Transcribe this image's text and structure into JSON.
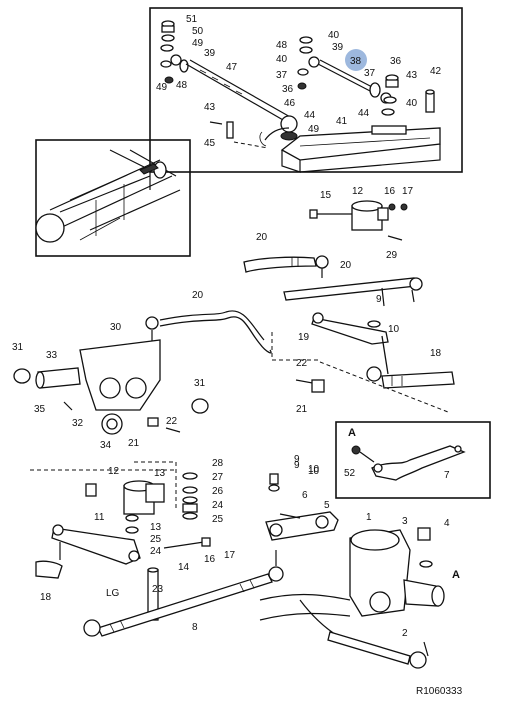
{
  "figure_id": "R1060333",
  "highlight_color": "#9db8de",
  "callouts": {
    "inset_top": [
      "51",
      "50",
      "49",
      "39",
      "48",
      "49",
      "47",
      "40",
      "48",
      "40",
      "39",
      "37",
      "38",
      "37",
      "36",
      "36",
      "46",
      "43",
      "44",
      "45",
      "49",
      "41",
      "40",
      "43",
      "42",
      "44"
    ],
    "main": [
      "15",
      "12",
      "16",
      "17",
      "20",
      "29",
      "20",
      "19",
      "10",
      "9",
      "20",
      "30",
      "18",
      "31",
      "33",
      "22",
      "35",
      "32",
      "34",
      "21",
      "31",
      "21",
      "22",
      "A",
      "52",
      "7",
      "9",
      "10",
      "12",
      "13",
      "28",
      "27",
      "26",
      "24",
      "25",
      "11",
      "13",
      "25",
      "24",
      "14",
      "16",
      "17",
      "5",
      "6",
      "1",
      "3",
      "4",
      "10",
      "9",
      "18",
      "LG",
      "23",
      "8",
      "2",
      "A"
    ]
  }
}
